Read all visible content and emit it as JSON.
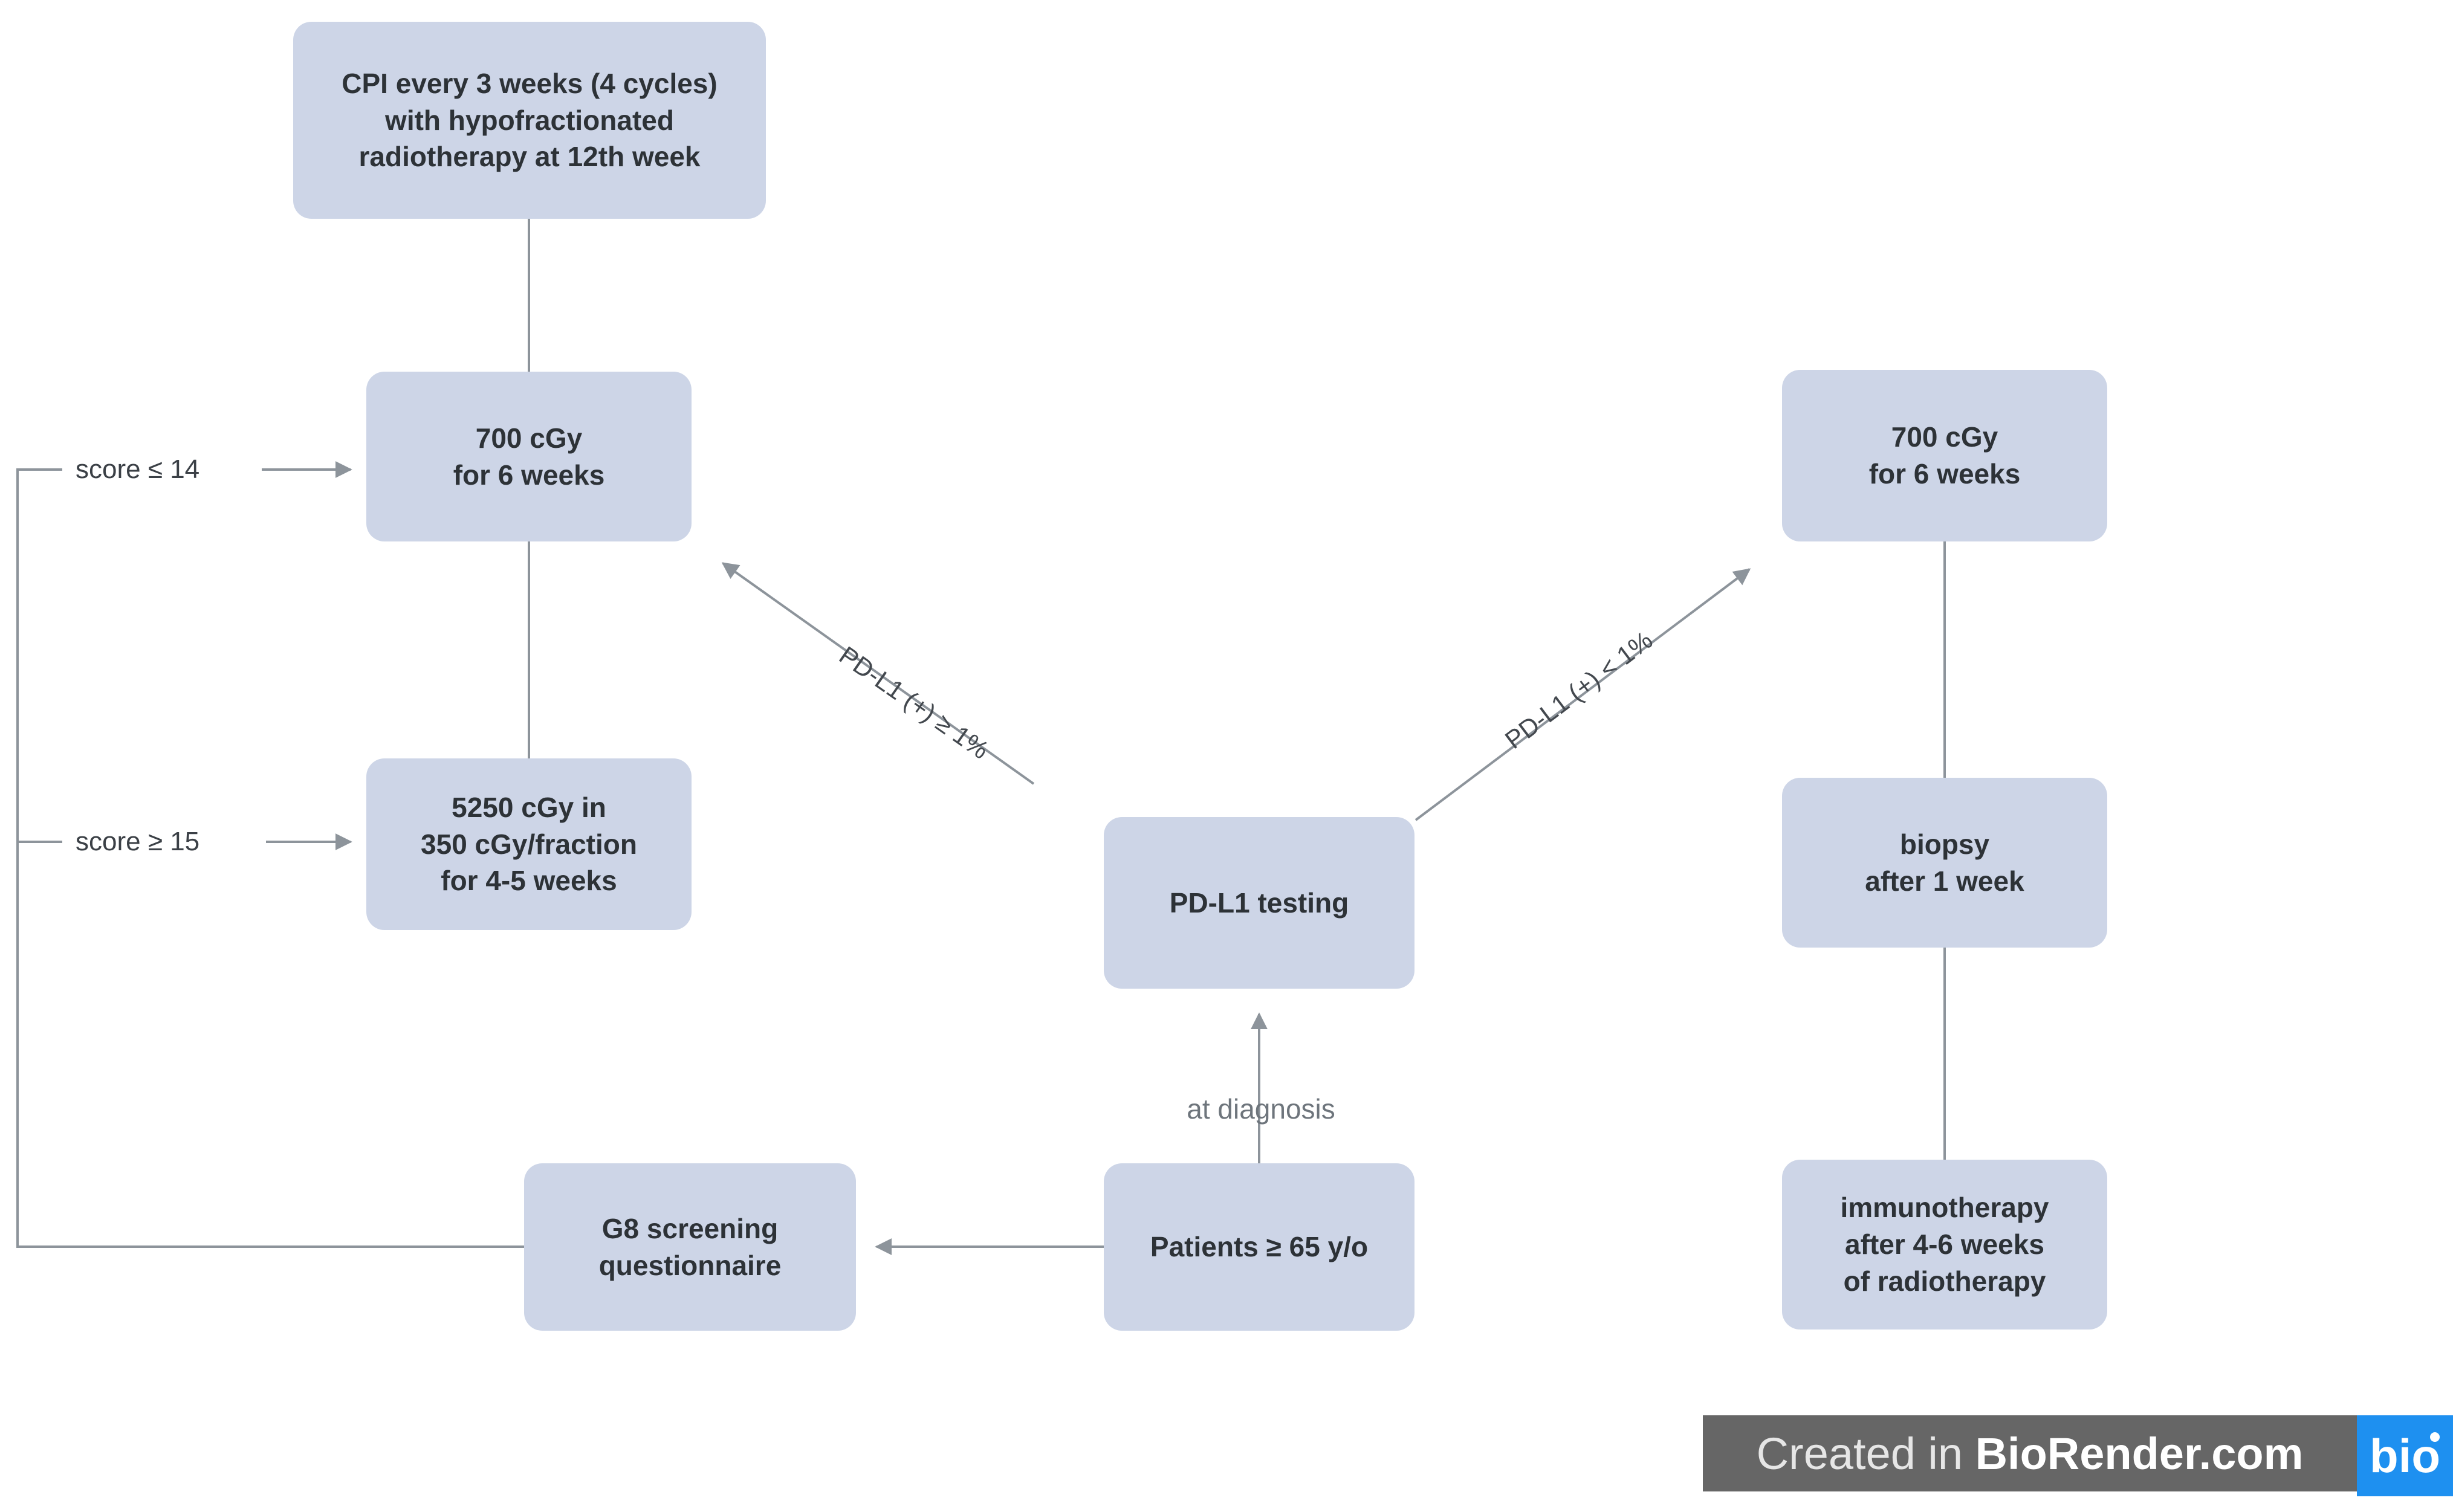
{
  "colors": {
    "box_fill": "#cdd5e7",
    "box_text": "#2d3237",
    "line": "#8d949b",
    "score_text": "#3b4046",
    "gray_text": "#6e757c",
    "diag_text": "#43484e",
    "footer_bar": "#666666",
    "footer_blue": "#1e90f0"
  },
  "diagram": {
    "boxes": {
      "cpi": "CPI every 3 weeks (4 cycles)\nwith hypofractionated\nradiotherapy at 12th week",
      "left_700": "700 cGy\nfor 6 weeks",
      "left_5250": "5250 cGy in\n350 cGy/fraction\nfor 4-5 weeks",
      "g8": "G8 screening\nquestionnaire",
      "pdl1": "PD-L1 testing",
      "patients": "Patients ≥ 65 y/o",
      "right_700": "700 cGy\nfor 6 weeks",
      "biopsy": "biopsy\nafter 1 week",
      "immuno": "immunotherapy\nafter 4-6 weeks\nof radiotherapy"
    },
    "edge_labels": {
      "score_le_14": "score ≤ 14",
      "score_ge_15": "score ≥ 15",
      "pdl1_positive": "PD-L1 (+) ≥ 1%",
      "pdl1_negative": "PD-L1 (+) < 1%",
      "at_diagnosis": "at diagnosis"
    }
  },
  "footer": {
    "created_in": "Created in ",
    "brand": "BioRender.com",
    "logo_text": "bio"
  }
}
